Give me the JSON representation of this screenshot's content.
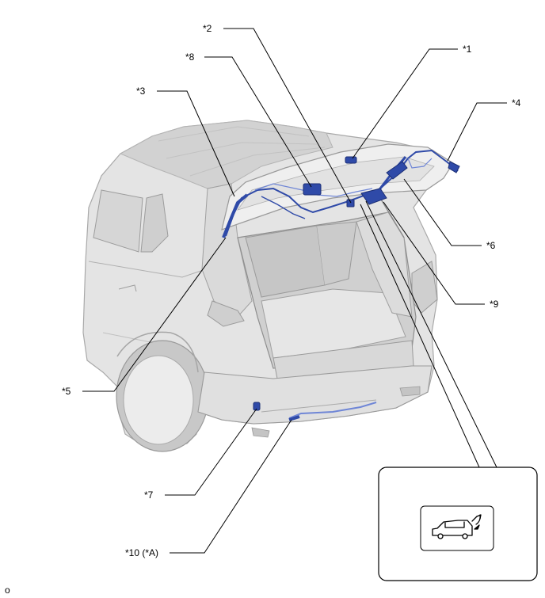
{
  "callouts": [
    {
      "id": "1",
      "label": "*1"
    },
    {
      "id": "2",
      "label": "*2"
    },
    {
      "id": "3",
      "label": "*3"
    },
    {
      "id": "4",
      "label": "*4"
    },
    {
      "id": "5",
      "label": "*5"
    },
    {
      "id": "6",
      "label": "*6"
    },
    {
      "id": "7",
      "label": "*7"
    },
    {
      "id": "8",
      "label": "*8"
    },
    {
      "id": "9",
      "label": "*9"
    },
    {
      "id": "10",
      "label": "*10 (*A)"
    }
  ],
  "footer_mark": "o",
  "inset_icon": "power-back-door-icon",
  "colors": {
    "harness": "#2f4aa8",
    "harness_light": "#6f86d6",
    "vehicle_body": "#e3e3e3",
    "vehicle_outline": "#a8a8a8"
  }
}
